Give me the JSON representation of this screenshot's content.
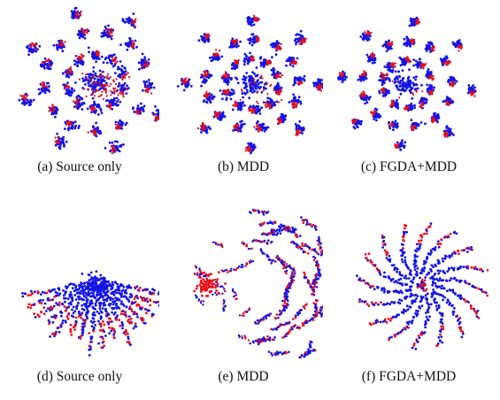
{
  "colors": {
    "source": "#e8101a",
    "target": "#1414e6"
  },
  "figure": {
    "panels": [
      {
        "caption": "(a)  Source only"
      },
      {
        "caption": "(b)  MDD"
      },
      {
        "caption": "(c)  FGDA+MDD"
      },
      {
        "caption": "(d)  Source only"
      },
      {
        "caption": "(e)  MDD"
      },
      {
        "caption": "(f)  FGDA+MDD"
      }
    ]
  },
  "chart_data": [
    {
      "type": "scatter",
      "title": "(a)  Source only",
      "structure": "clusters",
      "n_clusters": 31,
      "center_mixing": "high",
      "grid": false,
      "axes": false
    },
    {
      "type": "scatter",
      "title": "(b)  MDD",
      "structure": "clusters",
      "n_clusters": 31,
      "center_mixing": "medium",
      "grid": false,
      "axes": false
    },
    {
      "type": "scatter",
      "title": "(c)  FGDA+MDD",
      "structure": "clusters",
      "n_clusters": 31,
      "center_mixing": "low",
      "grid": false,
      "axes": false
    },
    {
      "type": "scatter",
      "title": "(d)  Source only",
      "structure": "fan",
      "n_arms": 16,
      "grid": false,
      "axes": false
    },
    {
      "type": "scatter",
      "title": "(e)  MDD",
      "structure": "sphere",
      "n_arms": 40,
      "grid": false,
      "axes": false
    },
    {
      "type": "scatter",
      "title": "(f)  FGDA+MDD",
      "structure": "spiral",
      "n_arms": 16,
      "grid": false,
      "axes": false
    }
  ]
}
